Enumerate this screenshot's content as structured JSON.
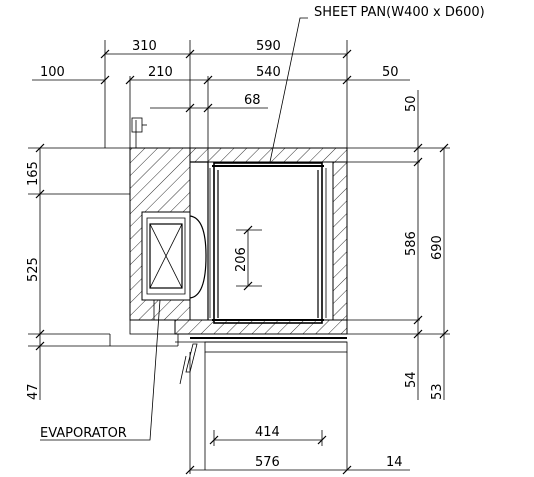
{
  "labels": {
    "sheet_pan": "SHEET PAN(W400 x D600)",
    "evaporator": "EVAPORATOR"
  },
  "dimensions": {
    "top_310": "310",
    "top_590": "590",
    "top_100": "100",
    "top_210": "210",
    "top_540": "540",
    "top_50": "50",
    "top_68": "68",
    "left_165": "165",
    "left_525": "525",
    "left_47": "47",
    "center_206": "206",
    "right_50": "50",
    "right_586": "586",
    "right_690": "690",
    "right_54": "54",
    "right_53": "53",
    "bottom_414": "414",
    "bottom_576": "576",
    "bottom_14": "14"
  }
}
